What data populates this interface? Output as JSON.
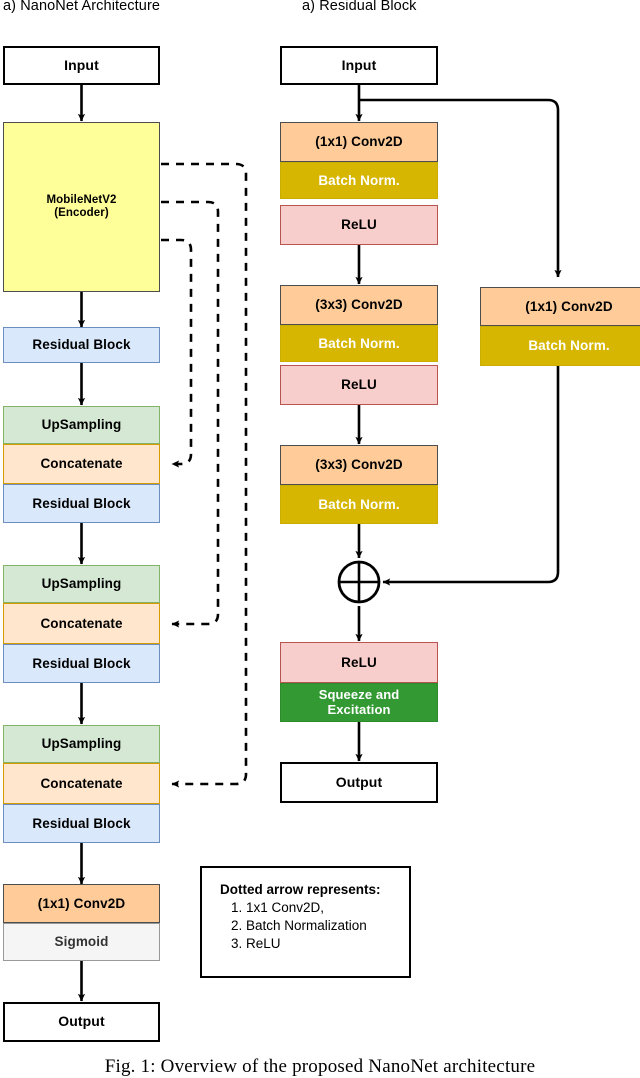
{
  "figure": {
    "caption": "Fig. 1: Overview of the proposed NanoNet architecture"
  },
  "left_column": {
    "title": "a) NanoNet Architecture",
    "blocks": {
      "input": "Input",
      "encoder_line1": "MobileNetV2",
      "encoder_line2": "(Encoder)",
      "residual_block": "Residual Block",
      "upsampling": "UpSampling",
      "concatenate": "Concatenate",
      "conv_1x1": "(1x1) Conv2D",
      "sigmoid": "Sigmoid",
      "output": "Output"
    },
    "sequence": [
      "Input",
      "MobileNetV2 (Encoder)",
      "Residual Block",
      "UpSampling",
      "Concatenate",
      "Residual Block",
      "UpSampling",
      "Concatenate",
      "Residual Block",
      "UpSampling",
      "Concatenate",
      "Residual Block",
      "(1x1) Conv2D",
      "Sigmoid",
      "Output"
    ]
  },
  "right_column": {
    "title": "a) Residual Block",
    "blocks": {
      "input": "Input",
      "conv_1x1": "(1x1) Conv2D",
      "conv_3x3": "(3x3) Conv2D",
      "batch_norm": "Batch Norm.",
      "relu": "ReLU",
      "squeeze_excitation_line1": "Squeeze and",
      "squeeze_excitation_line2": "Excitation",
      "add_symbol": "+",
      "output": "Output"
    },
    "main_path": [
      "Input",
      "(1x1) Conv2D",
      "Batch Norm.",
      "ReLU",
      "(3x3) Conv2D",
      "Batch Norm.",
      "ReLU",
      "(3x3) Conv2D",
      "Batch Norm.",
      "Add",
      "ReLU",
      "Squeeze and Excitation",
      "Output"
    ],
    "shortcut_path": [
      "(1x1) Conv2D",
      "Batch Norm."
    ]
  },
  "legend": {
    "title": "Dotted arrow represents:",
    "items": [
      "1. 1x1 Conv2D,",
      "2. Batch Normalization",
      "3. ReLU"
    ]
  },
  "colors": {
    "encoder": "#ffff99",
    "upsampling": "#d5e8d4",
    "concatenate": "#ffe6cc",
    "residual": "#dae8fc",
    "conv": "#ffcc99",
    "batch_norm": "#d6b600",
    "relu": "#f8cecc",
    "squeeze_excitation": "#339933",
    "sigmoid": "#f5f5f5",
    "outline": "#000000"
  }
}
